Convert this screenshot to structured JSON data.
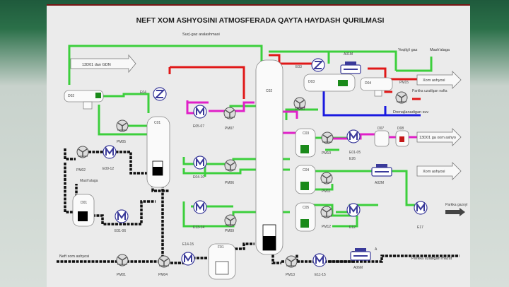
{
  "title": "NEFT XOM ASHYOSINI ATMOSFERADA QAYTA HAYDASH QURILMASI",
  "top_labels": {
    "suyuq_gaz": "Suq'-gaz aralashmasi",
    "yoqilgi_gaz": "Yoqilg'i gaz",
    "mashalaga_top": "Mash'alaga"
  },
  "streams": {
    "gdn_in": "13D01 dan GDN",
    "xom_ashyosi_1": "Xom ashyosi",
    "parkka_nafta": "Parkka uzatilgan nafta",
    "drenaj": "Drenajlanadigan suv",
    "to_13d01": "13D01 ga xom ashyo",
    "xom_ashyosi_2": "Xom ashyosi",
    "parkka_gazoyl": "Parkka gazoyl",
    "parkka_mazut": "Parkka uzatilgan mazut",
    "neft_in": "Neft xom ashyosi",
    "mashalaga_left": "Mash'alaga"
  },
  "vessels": {
    "d02": "D02",
    "c01": "C01",
    "c02": "C02",
    "d03": "D03",
    "d04": "D04",
    "d01": "D01",
    "f01": "F01",
    "c03": "C03",
    "c04": "C04",
    "c05": "C05",
    "d07": "D07",
    "d08": "D08"
  },
  "equipment": {
    "e04": "E04",
    "e03": "E03",
    "a01m": "A01M",
    "a02m": "A02M",
    "a06m": "A06M",
    "a": "A",
    "e05_07": "E05-07",
    "e04_10": "E04-10",
    "e13_14": "E13-14",
    "e09_12": "E09-12",
    "e01_06": "E01-06",
    "e14_15_top": "E14-15",
    "e11_15": "E11-15",
    "e01_05": "E01-05",
    "e26": "E26",
    "e12": "E12",
    "e17": "E17"
  },
  "pumps": {
    "pm05": "PM05",
    "pm02": "PM02",
    "pm07": "PM07",
    "pm06": "PM06",
    "pm09": "PM09",
    "pm01": "PM01",
    "pm04": "PM04",
    "pm03": "PM03",
    "pm10": "PM10",
    "pm11": "PM11",
    "pm12": "PM12",
    "pm13": "PM13",
    "pm15": "PM15"
  },
  "colors": {
    "green": "#3ccf3c",
    "red": "#e01818",
    "blue": "#1a1ae0",
    "magenta": "#e020c8",
    "black": "#101010",
    "pump": "#8a8a8a"
  }
}
